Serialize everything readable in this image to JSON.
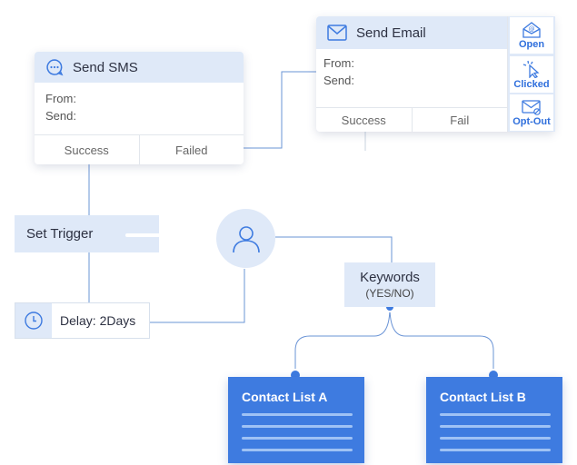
{
  "send_sms": {
    "title": "Send SMS",
    "icon": "chat-bubble-icon",
    "from_label": "From:",
    "send_label": "Send:",
    "success_label": "Success",
    "failed_label": "Failed"
  },
  "send_email": {
    "title": "Send Email",
    "icon": "envelope-icon",
    "from_label": "From:",
    "send_label": "Send:",
    "success_label": "Success",
    "fail_label": "Fail",
    "actions": [
      {
        "label": "Open",
        "icon": "email-open-icon"
      },
      {
        "label": "Clicked",
        "icon": "cursor-click-icon"
      },
      {
        "label": "Opt-Out",
        "icon": "email-opt-out-icon"
      }
    ]
  },
  "trigger": {
    "label": "Set Trigger"
  },
  "delay": {
    "label": "Delay: 2Days",
    "icon": "clock-icon"
  },
  "contact_node": {
    "icon": "user-icon"
  },
  "keywords": {
    "title": "Keywords",
    "subtitle": "(YES/NO)"
  },
  "contact_lists": [
    {
      "title": "Contact List A"
    },
    {
      "title": "Contact List B"
    }
  ],
  "colors": {
    "accent": "#3e7be0",
    "light_panel": "#dfe9f8",
    "connector": "#4a86e0"
  }
}
